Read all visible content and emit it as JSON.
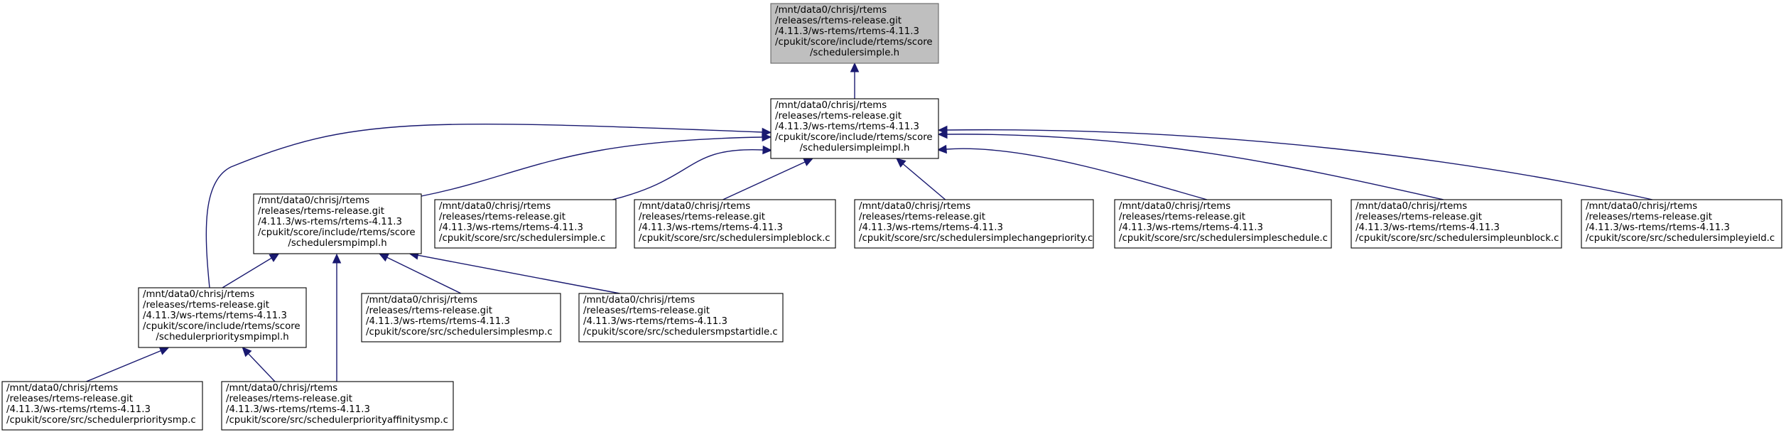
{
  "nodes": [
    {
      "id": "n_schedulersimple_h",
      "root": true,
      "lines": [
        "/mnt/data0/chrisj/rtems",
        "/releases/rtems-release.git",
        "/4.11.3/ws-rtems/rtems-4.11.3",
        "/cpukit/score/include/rtems/score",
        "/schedulersimple.h"
      ]
    },
    {
      "id": "n_schedulersimpleimpl_h",
      "lines": [
        "/mnt/data0/chrisj/rtems",
        "/releases/rtems-release.git",
        "/4.11.3/ws-rtems/rtems-4.11.3",
        "/cpukit/score/include/rtems/score",
        "/schedulersimpleimpl.h"
      ]
    },
    {
      "id": "n_schedulersmpimpl_h",
      "lines": [
        "/mnt/data0/chrisj/rtems",
        "/releases/rtems-release.git",
        "/4.11.3/ws-rtems/rtems-4.11.3",
        "/cpukit/score/include/rtems/score",
        "/schedulersmpimpl.h"
      ]
    },
    {
      "id": "n_schedulersimple_c",
      "lines": [
        "/mnt/data0/chrisj/rtems",
        "/releases/rtems-release.git",
        "/4.11.3/ws-rtems/rtems-4.11.3",
        "/cpukit/score/src/schedulersimple.c"
      ]
    },
    {
      "id": "n_schedulersimpleblock_c",
      "lines": [
        "/mnt/data0/chrisj/rtems",
        "/releases/rtems-release.git",
        "/4.11.3/ws-rtems/rtems-4.11.3",
        "/cpukit/score/src/schedulersimpleblock.c"
      ]
    },
    {
      "id": "n_schedulersimplechangepriority_c",
      "lines": [
        "/mnt/data0/chrisj/rtems",
        "/releases/rtems-release.git",
        "/4.11.3/ws-rtems/rtems-4.11.3",
        "/cpukit/score/src/schedulersimplechangepriority.c"
      ]
    },
    {
      "id": "n_schedulersimpleschedule_c",
      "lines": [
        "/mnt/data0/chrisj/rtems",
        "/releases/rtems-release.git",
        "/4.11.3/ws-rtems/rtems-4.11.3",
        "/cpukit/score/src/schedulersimpleschedule.c"
      ]
    },
    {
      "id": "n_schedulersimpleunblock_c",
      "lines": [
        "/mnt/data0/chrisj/rtems",
        "/releases/rtems-release.git",
        "/4.11.3/ws-rtems/rtems-4.11.3",
        "/cpukit/score/src/schedulersimpleunblock.c"
      ]
    },
    {
      "id": "n_schedulersimpleyield_c",
      "lines": [
        "/mnt/data0/chrisj/rtems",
        "/releases/rtems-release.git",
        "/4.11.3/ws-rtems/rtems-4.11.3",
        "/cpukit/score/src/schedulersimpleyield.c"
      ]
    },
    {
      "id": "n_schedulerprioritysmpimpl_h",
      "lines": [
        "/mnt/data0/chrisj/rtems",
        "/releases/rtems-release.git",
        "/4.11.3/ws-rtems/rtems-4.11.3",
        "/cpukit/score/include/rtems/score",
        "/schedulerprioritysmpimpl.h"
      ]
    },
    {
      "id": "n_schedulersimplesmp_c",
      "lines": [
        "/mnt/data0/chrisj/rtems",
        "/releases/rtems-release.git",
        "/4.11.3/ws-rtems/rtems-4.11.3",
        "/cpukit/score/src/schedulersimplesmp.c"
      ]
    },
    {
      "id": "n_schedulersmpstartidle_c",
      "lines": [
        "/mnt/data0/chrisj/rtems",
        "/releases/rtems-release.git",
        "/4.11.3/ws-rtems/rtems-4.11.3",
        "/cpukit/score/src/schedulersmpstartidle.c"
      ]
    },
    {
      "id": "n_schedulerprioritysmp_c",
      "lines": [
        "/mnt/data0/chrisj/rtems",
        "/releases/rtems-release.git",
        "/4.11.3/ws-rtems/rtems-4.11.3",
        "/cpukit/score/src/schedulerprioritysmp.c"
      ]
    },
    {
      "id": "n_schedulerpriorityaffinitysmp_c",
      "lines": [
        "/mnt/data0/chrisj/rtems",
        "/releases/rtems-release.git",
        "/4.11.3/ws-rtems/rtems-4.11.3",
        "/cpukit/score/src/schedulerpriorityaffinitysmp.c"
      ]
    }
  ],
  "edges": [
    {
      "from": "n_schedulersimpleimpl_h",
      "to": "n_schedulersimple_h"
    },
    {
      "from": "n_schedulersmpimpl_h",
      "to": "n_schedulersimpleimpl_h"
    },
    {
      "from": "n_schedulersimple_c",
      "to": "n_schedulersimpleimpl_h"
    },
    {
      "from": "n_schedulersimpleblock_c",
      "to": "n_schedulersimpleimpl_h"
    },
    {
      "from": "n_schedulersimplechangepriority_c",
      "to": "n_schedulersimpleimpl_h"
    },
    {
      "from": "n_schedulersimpleschedule_c",
      "to": "n_schedulersimpleimpl_h"
    },
    {
      "from": "n_schedulersimpleunblock_c",
      "to": "n_schedulersimpleimpl_h"
    },
    {
      "from": "n_schedulersimpleyield_c",
      "to": "n_schedulersimpleimpl_h"
    },
    {
      "from": "n_schedulerprioritysmpimpl_h",
      "to": "n_schedulersimpleimpl_h"
    },
    {
      "from": "n_schedulerprioritysmpimpl_h",
      "to": "n_schedulersmpimpl_h"
    },
    {
      "from": "n_schedulersimplesmp_c",
      "to": "n_schedulersmpimpl_h"
    },
    {
      "from": "n_schedulersmpstartidle_c",
      "to": "n_schedulersmpimpl_h"
    },
    {
      "from": "n_schedulerpriorityaffinitysmp_c",
      "to": "n_schedulersmpimpl_h"
    },
    {
      "from": "n_schedulerprioritysmp_c",
      "to": "n_schedulerprioritysmpimpl_h"
    },
    {
      "from": "n_schedulerpriorityaffinitysmp_c",
      "to": "n_schedulerprioritysmpimpl_h"
    }
  ],
  "colors": {
    "edge": "#191970",
    "root_fill": "#bfbfbf",
    "root_stroke": "#666666",
    "node_fill": "#ffffff",
    "node_stroke": "#000000"
  }
}
